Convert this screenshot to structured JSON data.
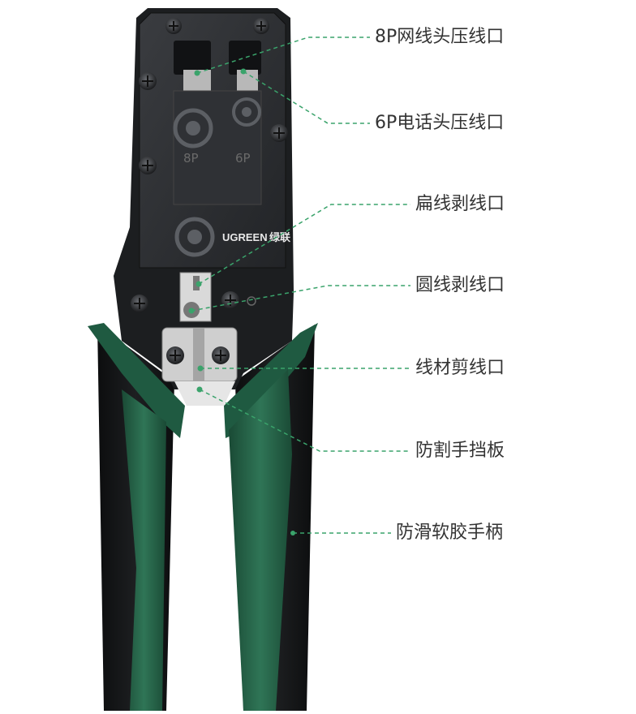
{
  "brand": {
    "name": "UGREEN",
    "cn": "绿联"
  },
  "die_marks": [
    "8P",
    "6P"
  ],
  "colors": {
    "body_dark": "#1c1e20",
    "die_plate": "#2b2d30",
    "handle_black": "#141516",
    "handle_green": "#245a43",
    "leader_line": "#3aa36b",
    "label_text": "#333333"
  },
  "callouts": [
    {
      "id": "8p-port",
      "text": "8P网线头压线口"
    },
    {
      "id": "6p-port",
      "text": "6P电话头压线口"
    },
    {
      "id": "flat-stripper",
      "text": "扁线剥线口"
    },
    {
      "id": "round-stripper",
      "text": "圆线剥线口"
    },
    {
      "id": "cutter",
      "text": "线材剪线口"
    },
    {
      "id": "guard",
      "text": "防割手挡板"
    },
    {
      "id": "grip",
      "text": "防滑软胶手柄"
    }
  ]
}
